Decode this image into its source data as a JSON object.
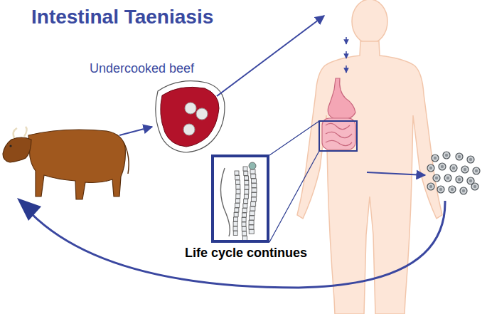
{
  "diagram": {
    "title": "Intestinal Taeniasis",
    "nodes": [
      {
        "text": [
          "Life cycle continues"
        ]
      }
    ],
    "labels": [
      "Undercooked beef"
    ]
  }
}
